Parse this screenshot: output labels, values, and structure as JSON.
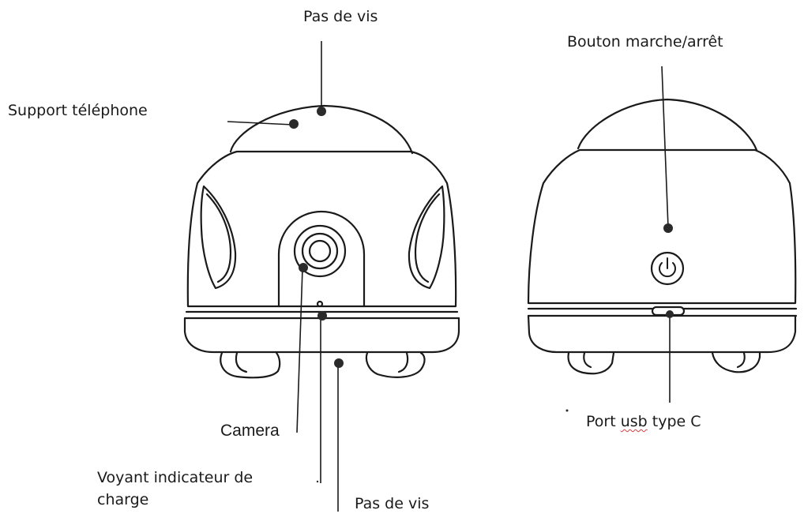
{
  "labels": {
    "pas_de_vis_top": "Pas de vis",
    "support_telephone": "Support téléphone",
    "bouton_marche_arret": "Bouton marche/arrêt",
    "camera": "Camera",
    "voyant_indicateur": "Voyant indicateur de charge",
    "pas_de_vis_bottom": "Pas de vis",
    "port_prefix": "Port ",
    "port_usb": "usb",
    "port_suffix": " type C"
  },
  "colors": {
    "stroke": "#1a1a1a",
    "dot": "#2a2a2a",
    "background": "#ffffff",
    "spellcheck_underline": "#d04040"
  }
}
